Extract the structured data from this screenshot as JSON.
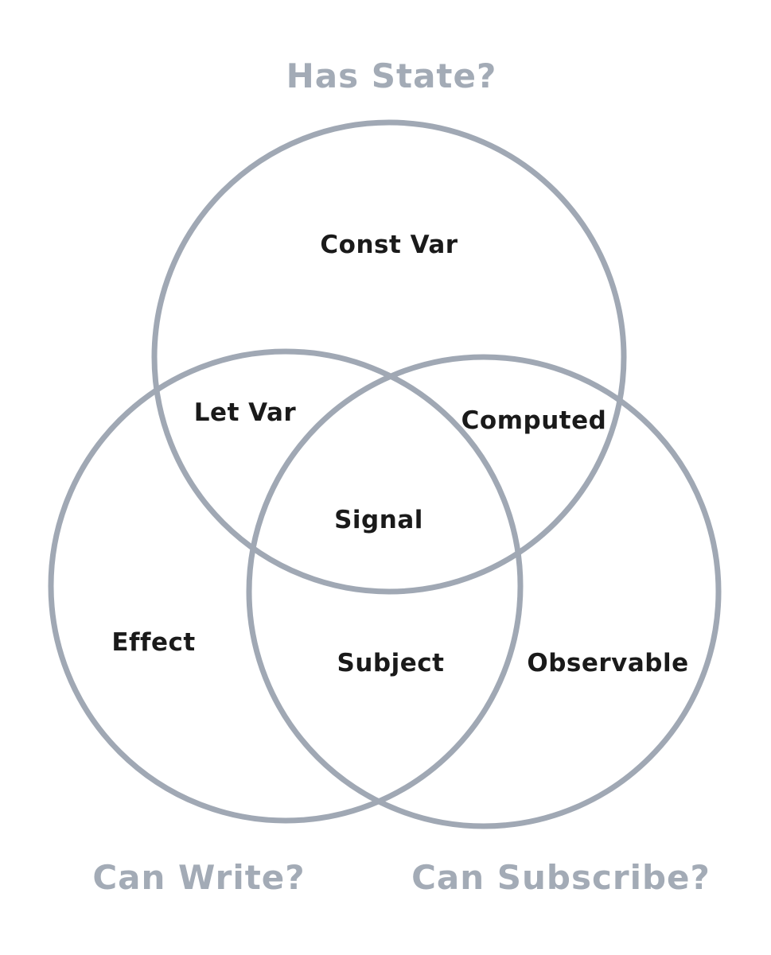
{
  "colors": {
    "circle_stroke": "#a0a8b4",
    "set_title": "#a3abb6",
    "region_label": "#1a1a1a",
    "background": "#ffffff"
  },
  "sets": {
    "state": "Has State?",
    "write": "Can Write?",
    "subscribe": "Can Subscribe?"
  },
  "regions": {
    "state_only": "Const Var",
    "state_write": "Let Var",
    "state_subscribe": "Computed",
    "all_three": "Signal",
    "write_only": "Effect",
    "write_subscribe": "Subject",
    "subscribe_only": "Observable"
  }
}
